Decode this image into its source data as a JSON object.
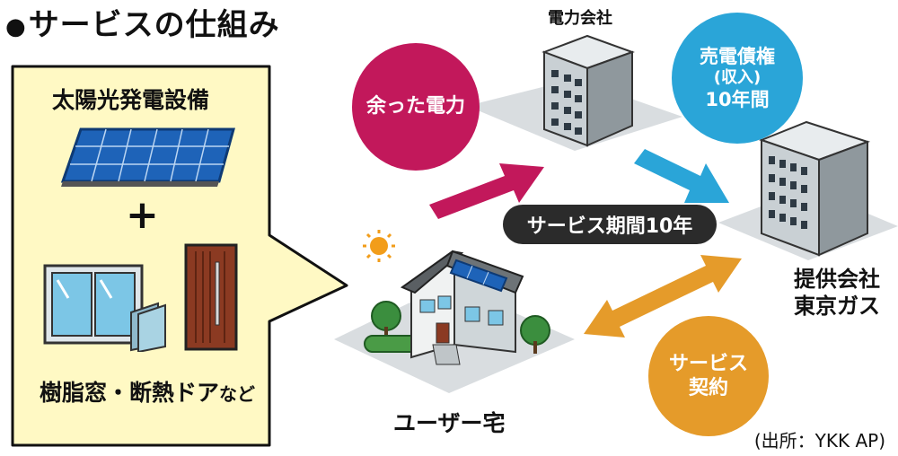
{
  "title": "サービスの仕組み",
  "title_bullet": "●",
  "left_panel": {
    "top_item": "太陽光発電設備",
    "plus": "+",
    "bottom_item_main": "樹脂窓・断熱ドア",
    "bottom_item_suffix": "など"
  },
  "nodes": {
    "power_company": "電力会社",
    "provider_line1": "提供会社",
    "provider_line2": "東京ガス",
    "user_home": "ユーザー宅"
  },
  "circles": {
    "surplus_power": "余った電力",
    "sales_rights_line1": "売電債権",
    "sales_rights_line2": "(収入)",
    "sales_rights_line3": "10年間",
    "service_contract_line1": "サービス",
    "service_contract_line2": "契約"
  },
  "service_period": "サービス期間10年",
  "source": "(出所：YKK AP)",
  "colors": {
    "panel_bg": "#fff9c4",
    "magenta": "#c2185b",
    "blue": "#2aa5d8",
    "orange": "#e59b2a",
    "dark": "#2b2b2b"
  }
}
